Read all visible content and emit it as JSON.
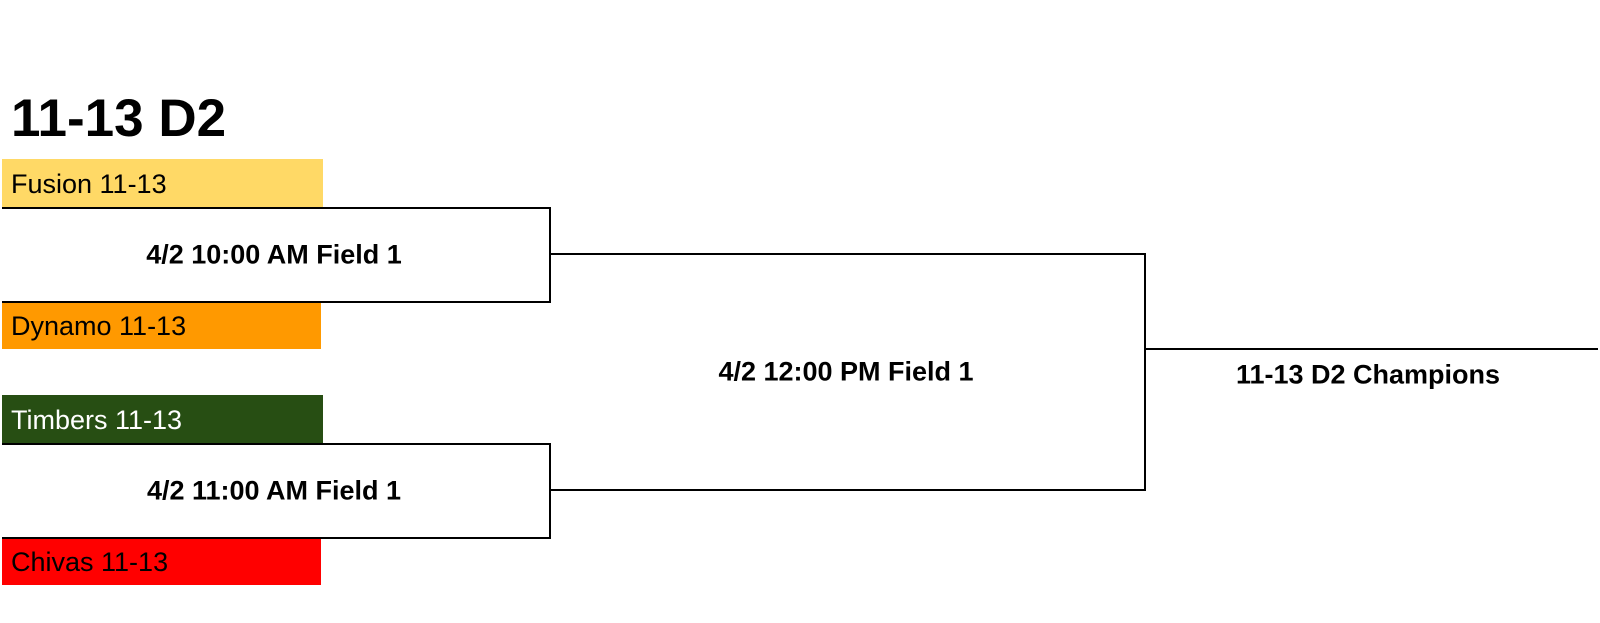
{
  "bracket": {
    "title": "11-13 D2",
    "teams": [
      {
        "label": "Fusion 11-13",
        "bg": "#FFD966",
        "fg": "#000000"
      },
      {
        "label": "Dynamo 11-13",
        "bg": "#FF9900",
        "fg": "#000000"
      },
      {
        "label": "Timbers 11-13",
        "bg": "#274E13",
        "fg": "#FFFFFF"
      },
      {
        "label": "Chivas 11-13",
        "bg": "#FF0000",
        "fg": "#000000"
      }
    ],
    "games": [
      {
        "label": "4/2 10:00 AM Field 1"
      },
      {
        "label": "4/2 11:00 AM Field 1"
      },
      {
        "label": "4/2 12:00 PM Field 1"
      }
    ],
    "champion_label": "11-13 D2 Champions",
    "line_color": "#000000"
  }
}
